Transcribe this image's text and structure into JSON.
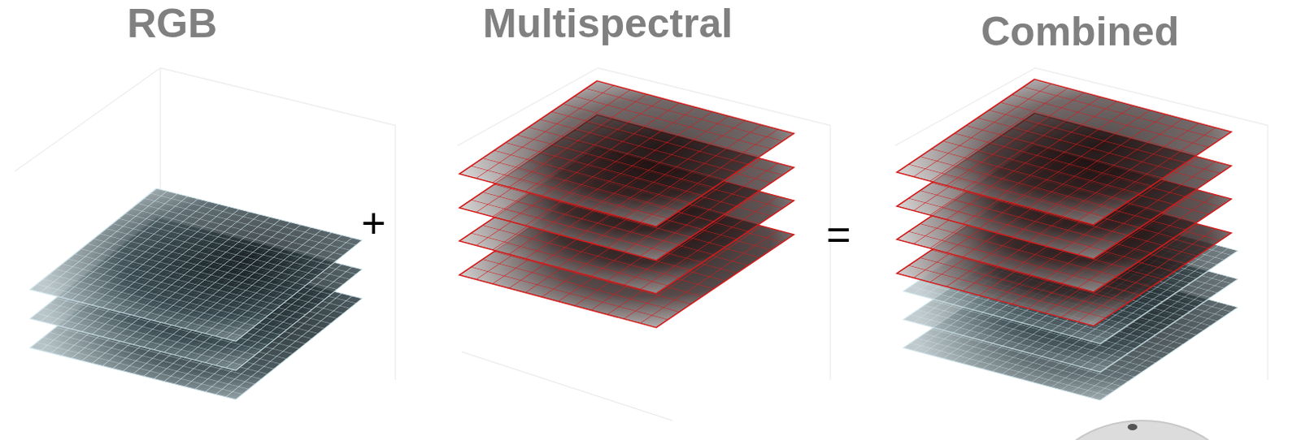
{
  "diagram": {
    "labels": [
      "RGB",
      "Multispectral",
      "Combined",
      "+",
      "="
    ]
  }
}
